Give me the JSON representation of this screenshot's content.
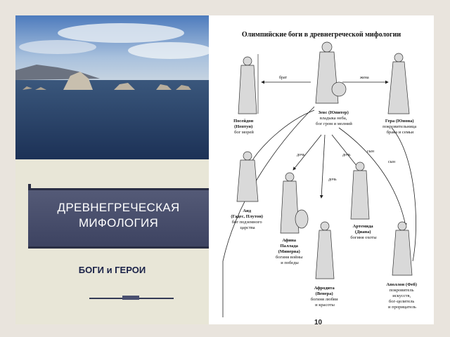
{
  "slide": {
    "title_line1": "ДРЕВНЕГРЕЧЕСКАЯ",
    "title_line2": "МИФОЛОГИЯ",
    "subtitle": "БОГИ и ГЕРОИ"
  },
  "diagram": {
    "title": "Олимпийские боги в древнегреческой мифологии",
    "relations": {
      "brother": "брат",
      "wife": "жена",
      "daughter1": "дочь",
      "daughter2": "дочь",
      "daughter3": "дочь",
      "son1": "сын",
      "son2": "сын"
    },
    "gods": {
      "zeus": [
        "Зевс (Юпитер)",
        "владыка неба,",
        "бог гром и молний"
      ],
      "poseidon": [
        "Посейдон",
        "(Нептун)",
        "бог морей"
      ],
      "hera": [
        "Гера (Юнона)",
        "покровительница",
        "брака и семьи"
      ],
      "hades": [
        "Аид",
        "(Гадес, Плутон)",
        "бог подземного",
        "царства"
      ],
      "athena": [
        "Афина",
        "Паллада",
        "(Минерва)",
        "богиня войны",
        "и победы"
      ],
      "artemis": [
        "Артемида",
        "(Диана)",
        "богиня охоты"
      ],
      "aphrodite": [
        "Афродита",
        "(Венера)",
        "богиня любви",
        "и красоты"
      ],
      "apollo": [
        "Аполлон (Феб)",
        "покровитель",
        "искусств,",
        "бог-целитель",
        "и прорицатель"
      ]
    },
    "page_number": "10"
  },
  "colors": {
    "banner": "#4a5070",
    "subtitle": "#1a2248",
    "sea": "#263f66"
  }
}
